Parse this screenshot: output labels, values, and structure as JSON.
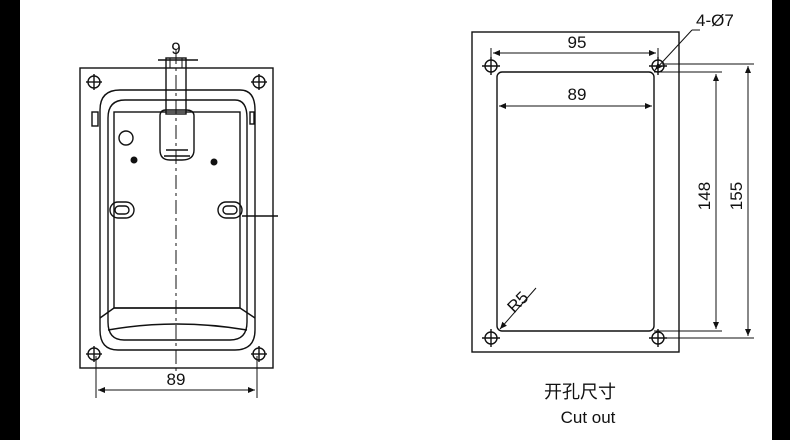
{
  "left_drawing": {
    "width_label": "89",
    "handle_label": "9"
  },
  "right_drawing": {
    "hole_label": "4-Ø7",
    "outer_width_label": "95",
    "inner_width_label": "89",
    "inner_height_label": "148",
    "outer_height_label": "155",
    "radius_label": "R5"
  },
  "caption": {
    "chinese": "开孔尺寸",
    "english": "Cut out"
  }
}
